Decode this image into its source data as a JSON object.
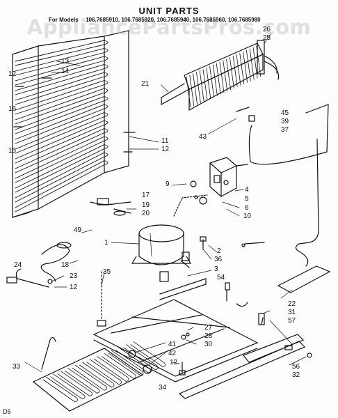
{
  "title": "UNIT PARTS",
  "models_label": "For Models",
  "models": [
    "106.7685910",
    "106.7685920",
    "106.7685940",
    "106.7685960",
    "106.7685980"
  ],
  "watermark": "AppliancePartsPros.com",
  "footer_code": "D5",
  "callouts": {
    "c1": "1",
    "c2": "2",
    "c3": "3",
    "c4": "4",
    "c5": "5",
    "c6": "6",
    "c9": "9",
    "c10": "10",
    "c11": "11",
    "c12a": "12",
    "c12b": "12",
    "c12c": "12",
    "c12d": "12",
    "c13": "13",
    "c14": "14",
    "c15": "15",
    "c16": "16",
    "c17": "17",
    "c18": "18",
    "c19": "19",
    "c20": "20",
    "c21": "21",
    "c22": "22",
    "c23": "23",
    "c24": "24",
    "c25": "25",
    "c26": "26",
    "c27": "27",
    "c28": "28",
    "c30": "30",
    "c31": "31",
    "c32": "32",
    "c33": "33",
    "c34": "34",
    "c35": "35",
    "c36": "36",
    "c37": "37",
    "c39": "39",
    "c41": "41",
    "c42": "42",
    "c43": "43",
    "c45": "45",
    "c49": "49",
    "c54": "54",
    "c56": "56",
    "c57": "57"
  }
}
